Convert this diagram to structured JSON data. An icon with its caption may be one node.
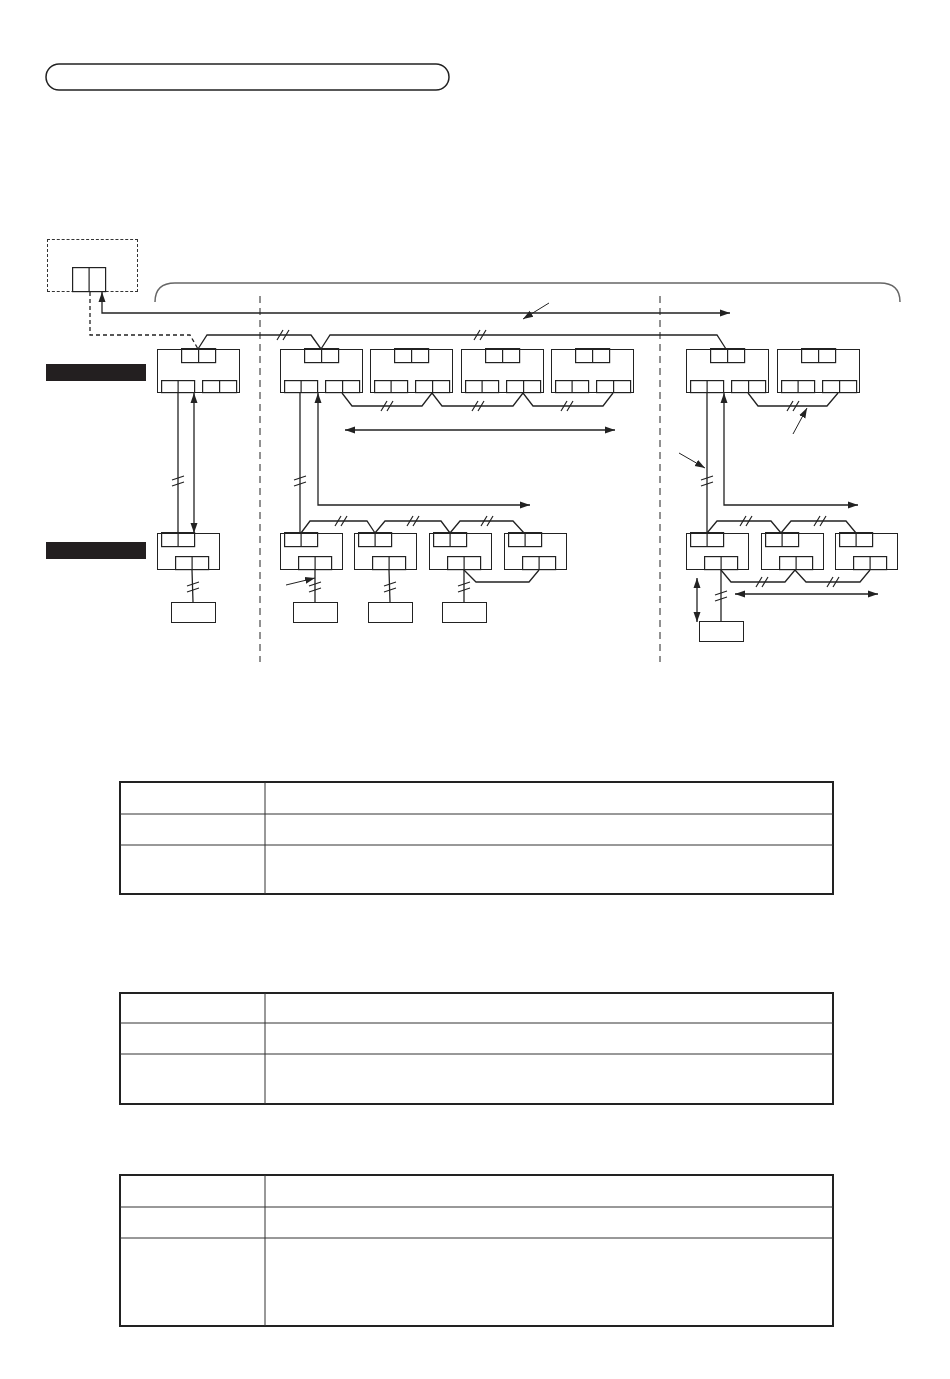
{
  "diagram": {
    "nodes": [
      {
        "text": [],
        "shape": "box"
      },
      {
        "text": [],
        "shape": "box"
      },
      {
        "text": [],
        "shape": "box"
      },
      {
        "text": [],
        "shape": "box"
      },
      {
        "text": [],
        "shape": "box"
      },
      {
        "text": [],
        "shape": "box"
      },
      {
        "text": [],
        "shape": "box"
      },
      {
        "text": [],
        "shape": "box"
      },
      {
        "text": [],
        "shape": "box"
      },
      {
        "text": [],
        "shape": "box"
      },
      {
        "text": [],
        "shape": "box"
      },
      {
        "text": [],
        "shape": "box"
      },
      {
        "text": [],
        "shape": "box"
      },
      {
        "text": [],
        "shape": "box"
      },
      {
        "text": [],
        "shape": "box"
      },
      {
        "text": [],
        "shape": "box"
      },
      {
        "text": [],
        "shape": "box"
      },
      {
        "text": [],
        "shape": "box"
      },
      {
        "text": [],
        "shape": "box"
      },
      {
        "text": [],
        "shape": "box"
      },
      {
        "text": [],
        "shape": "box"
      },
      {
        "text": [],
        "shape": "bar"
      },
      {
        "text": [],
        "shape": "bar"
      }
    ],
    "edges": [
      {
        "from": 0,
        "to": 1,
        "arrow": "none",
        "style": "dashed"
      },
      {
        "from": 1,
        "to": 2,
        "arrow": "none"
      },
      {
        "from": 2,
        "to": 6,
        "arrow": "none"
      },
      {
        "from": 2,
        "to": 3,
        "arrow": "none"
      },
      {
        "from": 3,
        "to": 4,
        "arrow": "none"
      },
      {
        "from": 4,
        "to": 5,
        "arrow": "none"
      },
      {
        "from": 6,
        "to": 7,
        "arrow": "none"
      },
      {
        "from": 1,
        "to": 8,
        "arrow": "none"
      },
      {
        "from": 1,
        "to": 8,
        "arrow": "both"
      },
      {
        "from": 2,
        "to": 9,
        "arrow": "none"
      },
      {
        "from": 2,
        "to": 12,
        "arrow": "both"
      },
      {
        "from": 9,
        "to": 10,
        "arrow": "none"
      },
      {
        "from": 10,
        "to": 11,
        "arrow": "none"
      },
      {
        "from": 11,
        "to": 12,
        "arrow": "none"
      },
      {
        "from": 11,
        "to": 12,
        "arrow": "none"
      },
      {
        "from": 13,
        "to": 14,
        "arrow": "none"
      },
      {
        "from": 14,
        "to": 15,
        "arrow": "none"
      },
      {
        "from": 13,
        "to": 14,
        "arrow": "none"
      },
      {
        "from": 14,
        "to": 15,
        "arrow": "none"
      },
      {
        "from": 6,
        "to": 13,
        "arrow": "none"
      },
      {
        "from": 6,
        "to": 15,
        "arrow": "both"
      },
      {
        "from": 8,
        "to": 16,
        "arrow": "none"
      },
      {
        "from": 9,
        "to": 17,
        "arrow": "none"
      },
      {
        "from": 10,
        "to": 18,
        "arrow": "none"
      },
      {
        "from": 11,
        "to": 19,
        "arrow": "none"
      },
      {
        "from": 13,
        "to": 20,
        "arrow": "none"
      },
      {
        "from": 0,
        "to": null,
        "arrow": "both"
      },
      {
        "from": 13,
        "to": 20,
        "arrow": "both"
      },
      {
        "from": 13,
        "to": 15,
        "arrow": "both"
      }
    ]
  }
}
